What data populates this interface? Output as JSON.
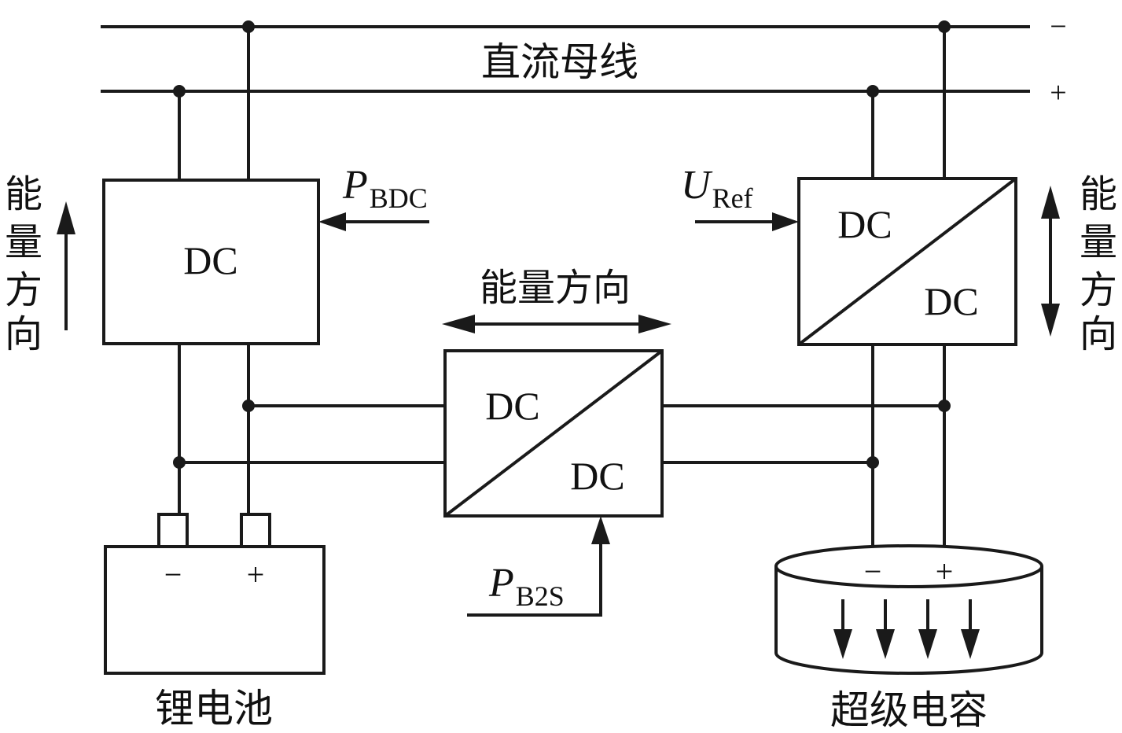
{
  "bus": {
    "label": "直流母线",
    "neg_sign": "−",
    "pos_sign": "+"
  },
  "converter_bdc": {
    "label": "DC",
    "signal_var": "P",
    "signal_sub": "BDC"
  },
  "converter_b2s": {
    "top": "DC",
    "bottom": "DC",
    "signal_var": "P",
    "signal_sub": "B2S",
    "energy_label": "能量方向"
  },
  "converter_sc": {
    "top": "DC",
    "bottom": "DC",
    "signal_var": "U",
    "signal_sub": "Ref"
  },
  "left_energy": [
    "能",
    "量",
    "方",
    "向"
  ],
  "right_energy": [
    "能",
    "量",
    "方",
    "向"
  ],
  "battery": {
    "label": "锂电池",
    "neg": "−",
    "pos": "+"
  },
  "supercap": {
    "label": "超级电容",
    "neg": "−",
    "pos": "+"
  }
}
